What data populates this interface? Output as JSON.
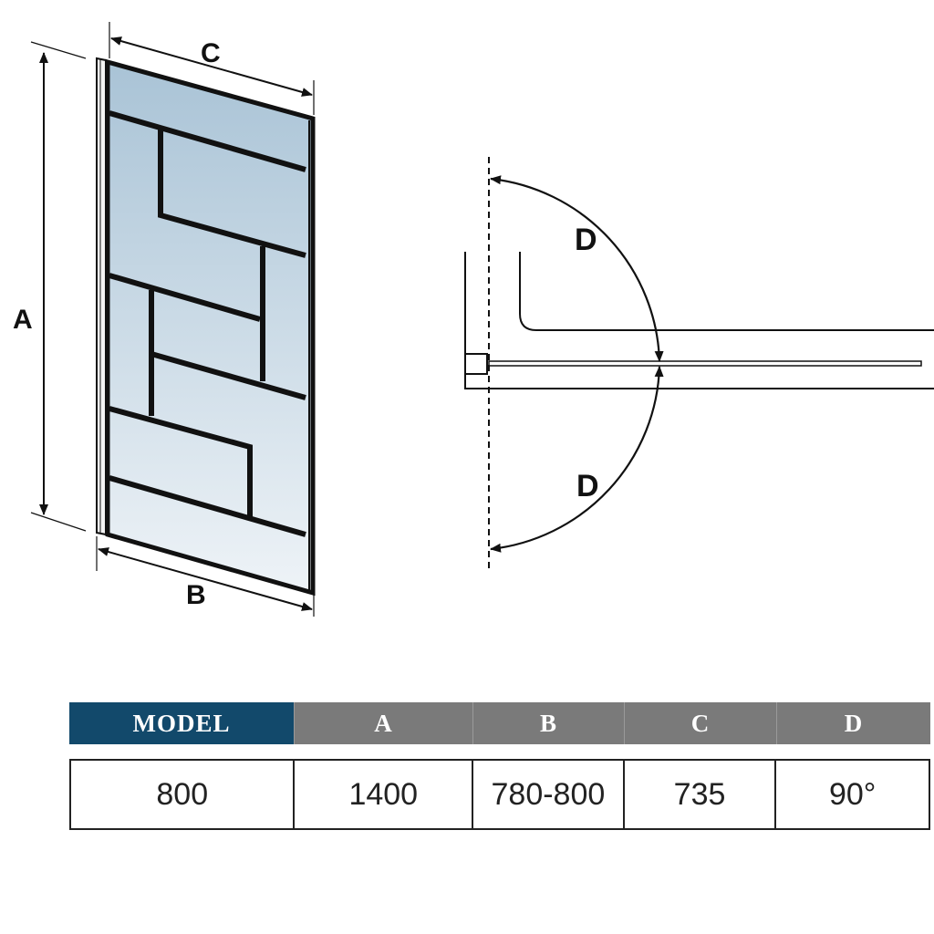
{
  "diagram": {
    "labels": {
      "a": "A",
      "b": "B",
      "c": "C",
      "d_top": "D",
      "d_bottom": "D"
    },
    "colors": {
      "glass_top": "#a9c3d6",
      "glass_bottom": "#eef3f7",
      "frame": "#111111",
      "header_model": "#12496b",
      "header_other": "#7a7a7a"
    }
  },
  "table": {
    "headers": [
      "MODEL",
      "A",
      "B",
      "C",
      "D"
    ],
    "values": [
      "800",
      "1400",
      "780-800",
      "735",
      "90°"
    ]
  }
}
